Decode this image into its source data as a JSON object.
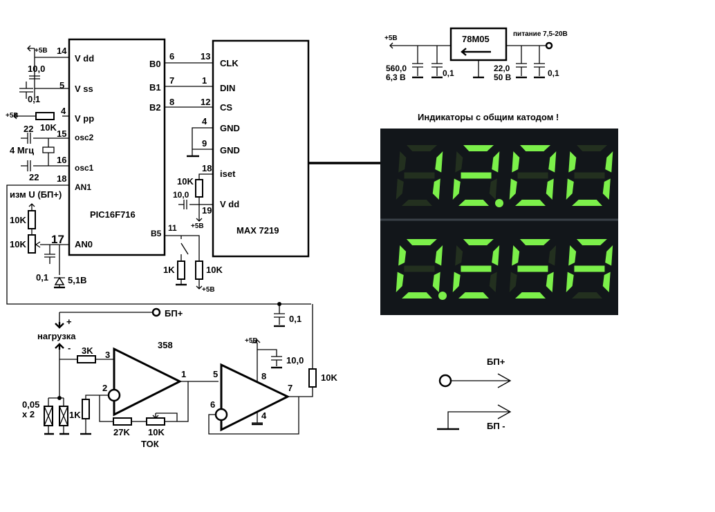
{
  "labels": {
    "pic_name": "PIC16F716",
    "max_name": "MAX 7219",
    "pic_pins_left": [
      "V dd",
      "V ss",
      "V pp",
      "osc2",
      "osc1",
      "AN1",
      "AN0"
    ],
    "pic_pin_nums_left": [
      "14",
      "5",
      "4",
      "15",
      "16",
      "18",
      "17"
    ],
    "pic_pins_right": [
      "B0",
      "B1",
      "B2",
      "B5"
    ],
    "pic_pin_nums_right": [
      "6",
      "7",
      "8",
      "11"
    ],
    "max_pins": [
      "CLK",
      "DIN",
      "CS",
      "GND",
      "GND",
      "iset",
      "V dd"
    ],
    "max_pin_nums": [
      "13",
      "1",
      "12",
      "4",
      "9",
      "18",
      "19"
    ],
    "plus5": "+5B",
    "c_vdd": "10,0",
    "c_01": "0,1",
    "r_vpp": "10K",
    "c22a": "22",
    "c22b": "22",
    "crystal": "4 Мгц",
    "izm": "изм U (БП+)",
    "r10k_a": "10K",
    "r10k_b": "10K",
    "zener": "5,1В",
    "c_an0": "0,1",
    "iset_r": "10K",
    "iset_c": "10,0",
    "b5_r1": "1K",
    "b5_r2": "10K",
    "reg_name": "78M05",
    "reg_in": "питание 7,5-20В",
    "c_reg1": "560,0",
    "c_reg1v": "6,3 В",
    "c_reg2": "0,1",
    "c_reg3": "22,0",
    "c_reg3v": "50 В",
    "c_reg4": "0,1",
    "indicator_caption": "Индикаторы с общим катодом !",
    "display_top": "12.0U",
    "display_bottom": "0.25A",
    "bp_plus": "БП+",
    "bp_minus": "БП -",
    "load": "нагрузка",
    "load_plus": "+",
    "load_minus": "-",
    "shunt": "0,05",
    "shunt_x": "х 2",
    "op_name": "358",
    "r3k": "3K",
    "r1k": "1K",
    "r27k": "27K",
    "r10k_tok": "10K",
    "tok": "ТОК",
    "c_op": "10,0",
    "c_op2": "0,1",
    "r_out": "10K",
    "op_pins": [
      "3",
      "2",
      "1",
      "5",
      "6",
      "7",
      "8",
      "4"
    ]
  }
}
